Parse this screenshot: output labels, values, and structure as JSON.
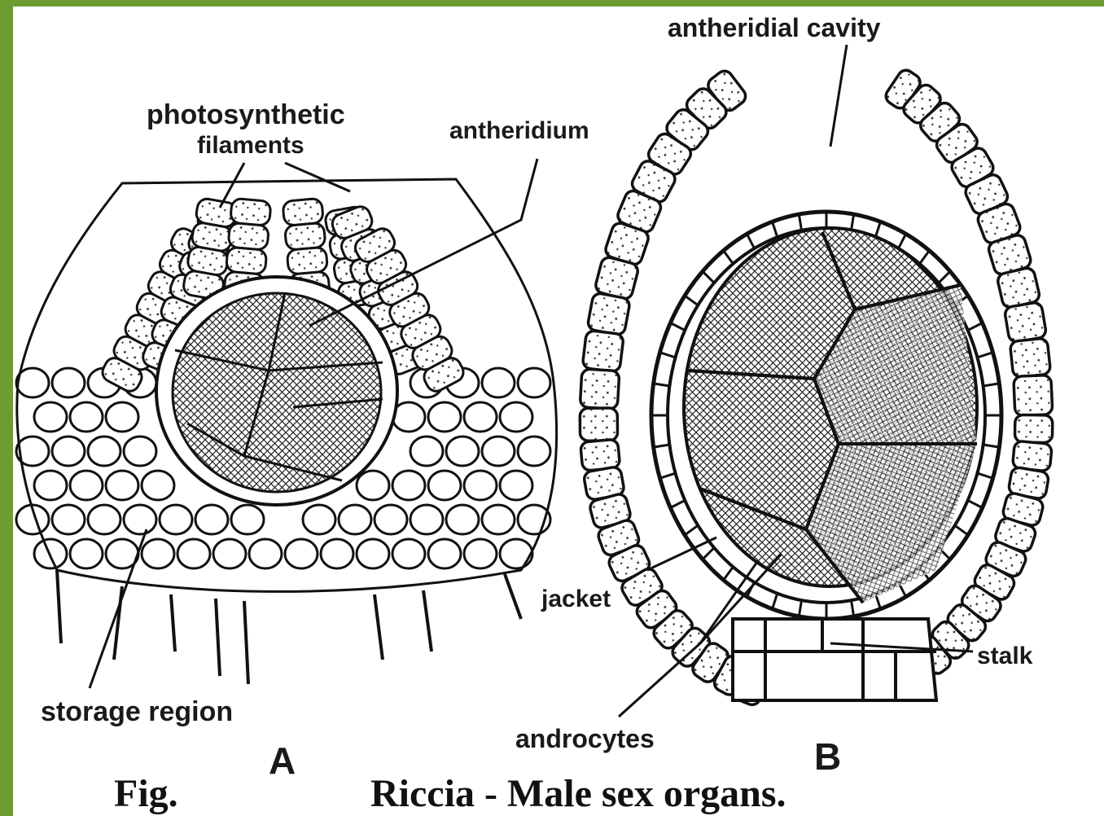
{
  "figure": {
    "caption_prefix": "Fig.",
    "caption_title": "Riccia - Male sex organs.",
    "panels": [
      {
        "letter": "A",
        "labels": {
          "photosynthetic_1": "photosynthetic",
          "photosynthetic_2": "filaments",
          "antheridium": "antheridium",
          "storage": "storage region"
        }
      },
      {
        "letter": "B",
        "labels": {
          "cavity": "antheridial cavity",
          "jacket": "jacket",
          "stalk": "stalk",
          "androcytes": "androcytes"
        }
      }
    ]
  },
  "colors": {
    "frame": "#6d9c2f",
    "ink": "#1a1a1a",
    "paper": "#ffffff"
  }
}
